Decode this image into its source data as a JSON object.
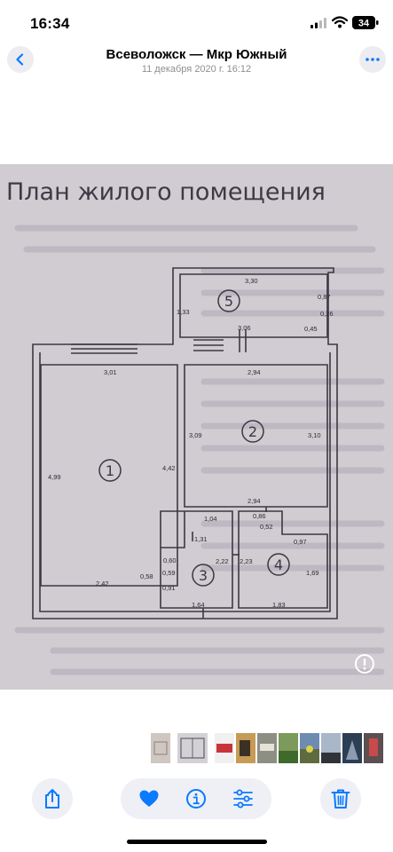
{
  "status": {
    "time": "16:34",
    "battery": "34"
  },
  "nav": {
    "title": "Всеволожск — Мкр Южный",
    "subtitle": "11 декабря 2020 г.  16:12"
  },
  "photo": {
    "heading": "План жилого помещения",
    "rooms": [
      "1",
      "2",
      "3",
      "4",
      "5"
    ],
    "dimensions": {
      "d330": "3,30",
      "d133": "1,33",
      "d087": "0,87",
      "d026": "0,26",
      "d306": "3,06",
      "d045": "0,45",
      "d301": "3,01",
      "d294a": "2,94",
      "d309": "3,09",
      "d310": "3,10",
      "d499": "4,99",
      "d442": "4,42",
      "d294b": "2,94",
      "d104": "1,04",
      "d086": "0,86",
      "d052": "0,52",
      "d131": "1,31",
      "d097": "0,97",
      "d060": "0,60",
      "d222": "2,22",
      "d223": "2,23",
      "d059": "0,59",
      "d169": "1,69",
      "d242": "2,42",
      "d058": "0,58",
      "d091": "0,91",
      "d164": "1,64",
      "d183": "1,83"
    }
  },
  "colors": {
    "accent": "#0a7aff",
    "danger": "#0a7aff",
    "paper": "#d6d3d8"
  },
  "toolbar": {
    "share": "share-icon",
    "favorite": "heart-icon",
    "info": "info-icon",
    "adjust": "adjust-icon",
    "delete": "trash-icon"
  }
}
